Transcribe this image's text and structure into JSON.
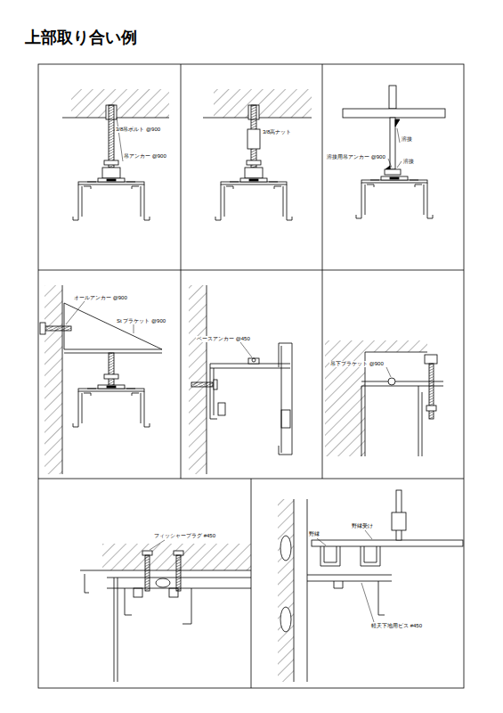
{
  "diagram": {
    "title": "上部取り合い例",
    "labels": [
      "3/8吊ボルト @900",
      "吊アンカー @900",
      "3/8高ナット",
      "溶接",
      "溶接用吊アンカー @900",
      "溶接",
      "オールアンカー @900",
      "St ブラケット @900",
      "ベースアンカー @450",
      "吊下ブラケット @900",
      "フィッシャープラグ #450",
      "野縁受け",
      "野縁",
      "軽天下地用ビス #450"
    ]
  }
}
